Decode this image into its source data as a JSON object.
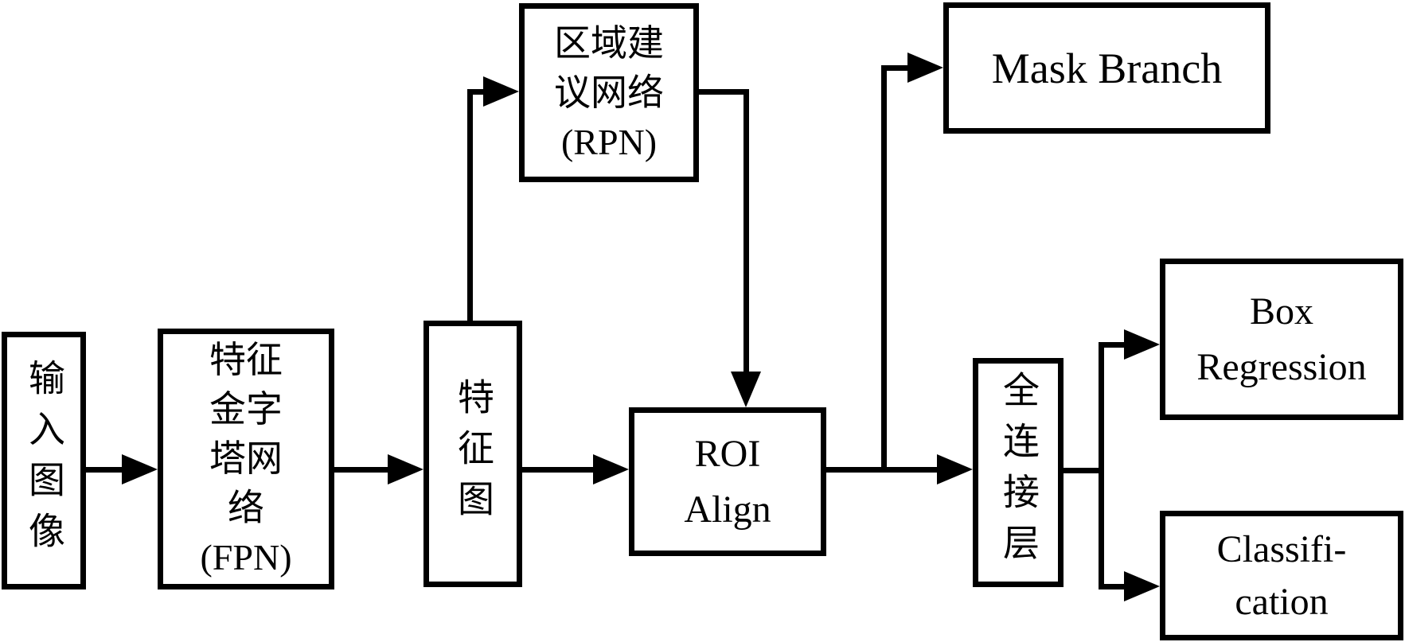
{
  "canvas": {
    "background": "#ffffff",
    "stroke": "#000000"
  },
  "nodes": {
    "input_image": {
      "label": "输入图像"
    },
    "fpn": {
      "lines": [
        "特征",
        "金字",
        "塔网",
        "络",
        "(FPN)"
      ]
    },
    "feature_map": {
      "label": "特征图"
    },
    "rpn": {
      "lines": [
        "区域建",
        "议网络",
        "(RPN)"
      ]
    },
    "roi_align": {
      "lines": [
        "ROI",
        "Align"
      ]
    },
    "mask_branch": {
      "label": "Mask Branch"
    },
    "fc_layer": {
      "label": "全连接层"
    },
    "box_regression": {
      "lines": [
        "Box",
        "Regression"
      ]
    },
    "classification": {
      "lines": [
        "Classifi-",
        "cation"
      ]
    }
  },
  "edges": [
    {
      "from": "input_image",
      "to": "fpn"
    },
    {
      "from": "fpn",
      "to": "feature_map"
    },
    {
      "from": "feature_map",
      "to": "rpn"
    },
    {
      "from": "feature_map",
      "to": "roi_align"
    },
    {
      "from": "rpn",
      "to": "roi_align"
    },
    {
      "from": "roi_align",
      "to": "fc_layer"
    },
    {
      "from": "roi_align",
      "to": "mask_branch"
    },
    {
      "from": "fc_layer",
      "to": "box_regression"
    },
    {
      "from": "fc_layer",
      "to": "classification"
    }
  ]
}
